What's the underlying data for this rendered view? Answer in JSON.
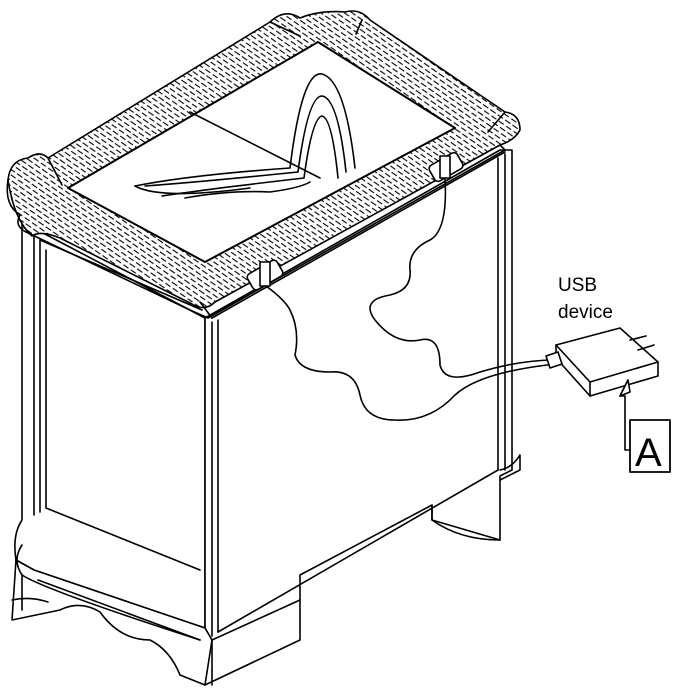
{
  "labels": {
    "usb_line1": "USB",
    "usb_line2": "device",
    "callout": "A"
  },
  "colors": {
    "ink": "#000000",
    "paper": "#ffffff"
  }
}
